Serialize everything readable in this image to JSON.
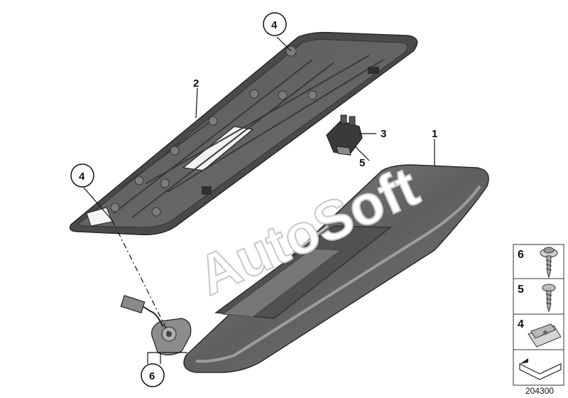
{
  "diagram": {
    "callouts": [
      {
        "id": "c1",
        "label": "1"
      },
      {
        "id": "c2",
        "label": "2"
      },
      {
        "id": "c3",
        "label": "3"
      },
      {
        "id": "c4top",
        "label": "4"
      },
      {
        "id": "c4left",
        "label": "4"
      },
      {
        "id": "c5",
        "label": "5"
      },
      {
        "id": "c6",
        "label": "6"
      }
    ],
    "watermark": "AutoSoft",
    "legend": [
      {
        "label": "6",
        "part": "screw-with-washer"
      },
      {
        "label": "5",
        "part": "screw"
      },
      {
        "label": "4",
        "part": "clip-nut"
      }
    ],
    "document_number": "204300"
  }
}
